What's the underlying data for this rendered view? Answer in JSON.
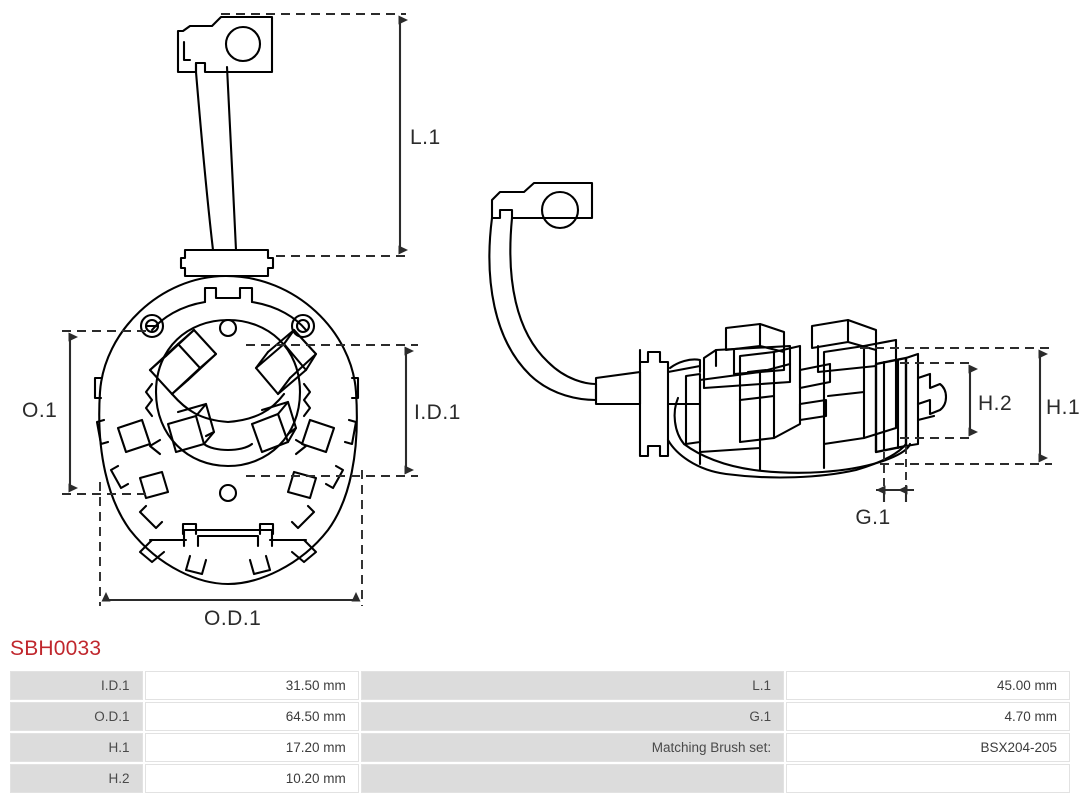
{
  "part_number": "SBH0033",
  "drawing": {
    "dimension_labels": [
      {
        "name": "L.1",
        "text": "L.1"
      },
      {
        "name": "O.1",
        "text": "O.1"
      },
      {
        "name": "I.D.1",
        "text": "I.D.1"
      },
      {
        "name": "O.D.1",
        "text": "O.D.1"
      },
      {
        "name": "H.1",
        "text": "H.1"
      },
      {
        "name": "H.2",
        "text": "H.2"
      },
      {
        "name": "G.1",
        "text": "G.1"
      }
    ],
    "label_l1": "L.1",
    "label_o1": "O.1",
    "label_id1": "I.D.1",
    "label_od1": "O.D.1",
    "label_h1": "H.1",
    "label_h2": "H.2",
    "label_g1": "G.1",
    "line_color": "#000000",
    "dimension_color": "#2b2b2b"
  },
  "spec_table": {
    "rows": [
      {
        "label_left": "I.D.1",
        "value_left": "31.50 mm",
        "label_right": "L.1",
        "value_right": "45.00 mm"
      },
      {
        "label_left": "O.D.1",
        "value_left": "64.50 mm",
        "label_right": "G.1",
        "value_right": "4.70 mm"
      },
      {
        "label_left": "H.1",
        "value_left": "17.20 mm",
        "label_right": "Matching Brush set:",
        "value_right": "BSX204-205"
      },
      {
        "label_left": "H.2",
        "value_left": "10.20 mm",
        "label_right": "",
        "value_right": ""
      }
    ]
  },
  "colors": {
    "part_number": "#c0272d",
    "label_cell_bg": "#dcdcdc",
    "value_cell_bg": "#ffffff",
    "page_bg": "#ffffff"
  }
}
